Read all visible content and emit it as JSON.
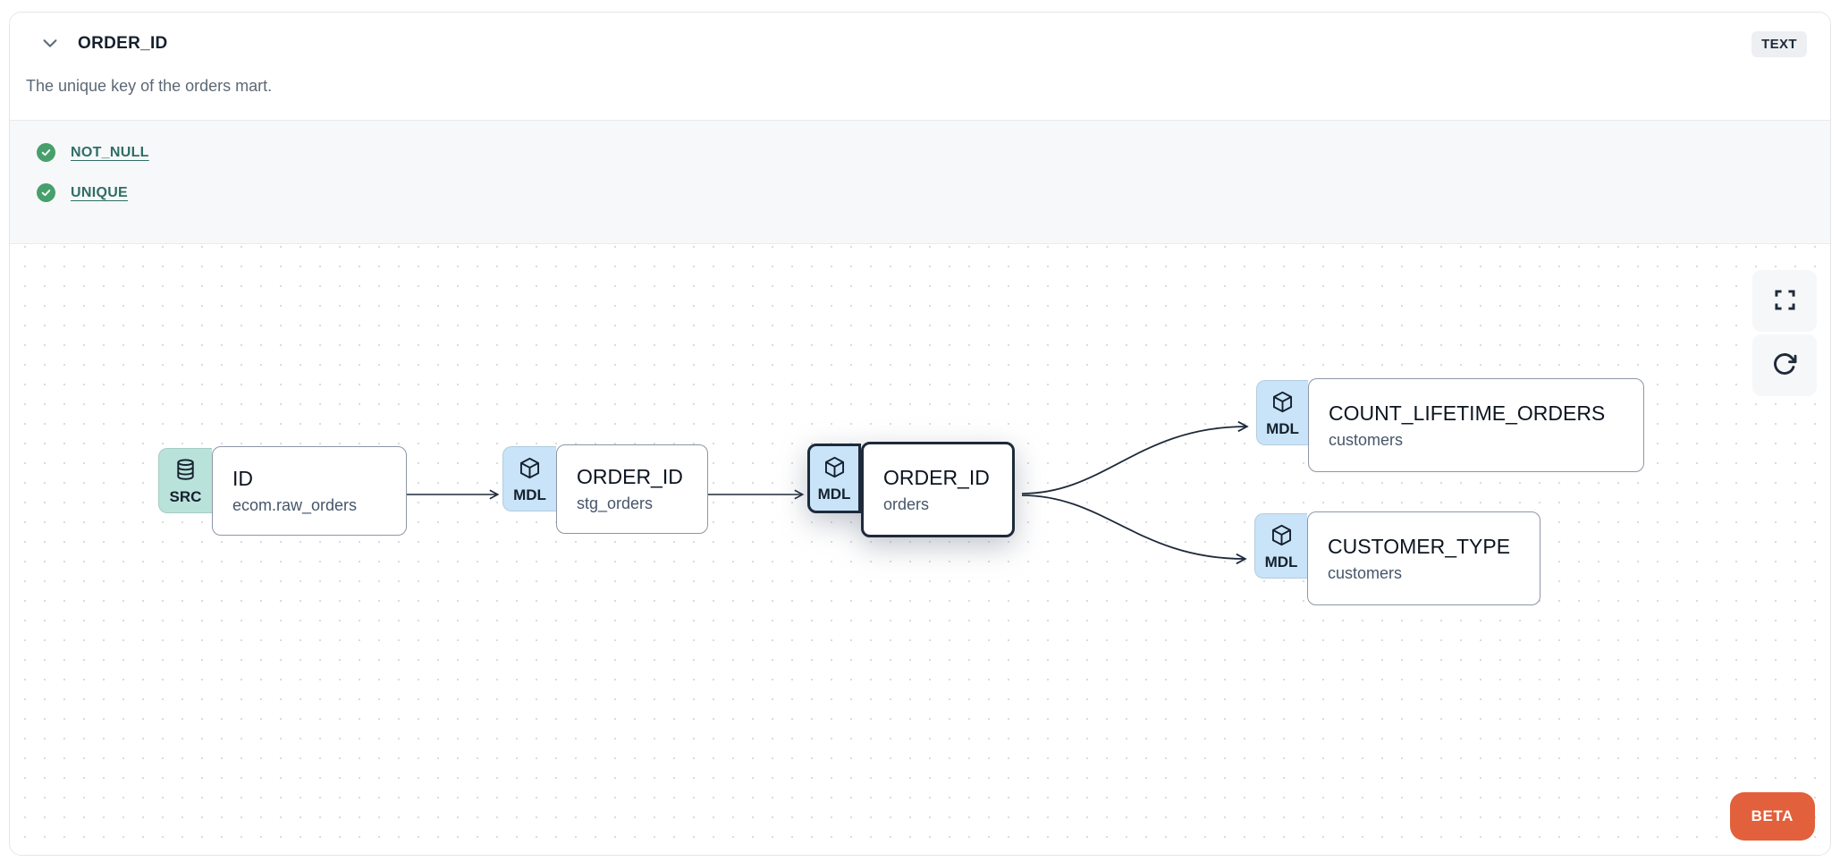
{
  "header": {
    "title": "ORDER_ID",
    "type_badge": "TEXT",
    "description": "The unique key of the orders mart."
  },
  "tests": {
    "items": [
      {
        "label": "NOT_NULL",
        "status": "pass"
      },
      {
        "label": "UNIQUE",
        "status": "pass"
      }
    ]
  },
  "lineage": {
    "nodes": [
      {
        "badge": "SRC",
        "icon": "database-icon",
        "title": "ID",
        "subtitle": "ecom.raw_orders",
        "selected": false
      },
      {
        "badge": "MDL",
        "icon": "cube-icon",
        "title": "ORDER_ID",
        "subtitle": "stg_orders",
        "selected": false
      },
      {
        "badge": "MDL",
        "icon": "cube-icon",
        "title": "ORDER_ID",
        "subtitle": "orders",
        "selected": true
      },
      {
        "badge": "MDL",
        "icon": "cube-icon",
        "title": "COUNT_LIFETIME_ORDERS",
        "subtitle": "customers",
        "selected": false
      },
      {
        "badge": "MDL",
        "icon": "cube-icon",
        "title": "CUSTOMER_TYPE",
        "subtitle": "customers",
        "selected": false
      }
    ],
    "beta_label": "BETA"
  },
  "colors": {
    "src_badge_bg": "#b9e3da",
    "mdl_badge_bg": "#c9e4f8",
    "selected_border": "#1e2a3a",
    "edge": "#1e2a3a",
    "test_pass_green": "#47a06c",
    "test_link_teal": "#2e6e66",
    "beta_bg": "#e2603c",
    "type_badge_bg": "#edeff2",
    "tests_section_bg": "#f7f8f9"
  }
}
